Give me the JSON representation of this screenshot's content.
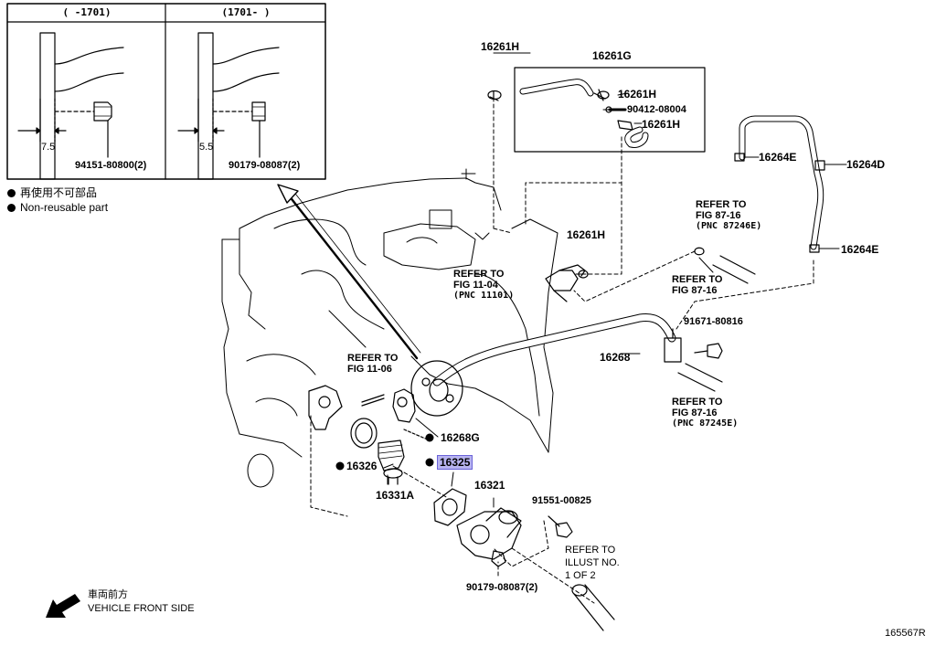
{
  "inset": {
    "left_header": "(    -1701)",
    "right_header": "(1701-    )",
    "left_dim": "7.5",
    "right_dim": "5.5",
    "left_part": "94151-80800(2)",
    "right_part": "90179-08087(2)"
  },
  "legend": {
    "jp": "再使用不可部品",
    "en": "Non-reusable part"
  },
  "parts": {
    "p16261h_top": "16261H",
    "p16261g": "16261G",
    "p16261h_a": "16261H",
    "p90412": "90412-08004",
    "p16261h_b": "16261H",
    "p16264e_top": "16264E",
    "p16264d": "16264D",
    "p16264e_bot": "16264E",
    "p16261h_mid": "16261H",
    "p91671": "91671-80816",
    "p16268": "16268",
    "p16268g": "16268G",
    "p16325": "16325",
    "p16326": "16326",
    "p16331a": "16331A",
    "p16321": "16321",
    "p91551": "91551-00825",
    "p90179": "90179-08087(2)"
  },
  "refs": {
    "r8724_6e": {
      "l1": "REFER TO",
      "l2": "FIG 87-16",
      "l3": "(PNC 87246E)"
    },
    "r8724_b": {
      "l1": "REFER TO",
      "l2": "FIG 87-16"
    },
    "r11_04": {
      "l1": "REFER TO",
      "l2": "FIG 11-04",
      "l3": "(PNC 11101)"
    },
    "r11_06": {
      "l1": "REFER TO",
      "l2": "FIG 11-06"
    },
    "r8724_5e": {
      "l1": "REFER TO",
      "l2": "FIG 87-16",
      "l3": "(PNC 87245E)"
    },
    "r_illust": {
      "l1": "REFER TO",
      "l2": "ILLUST NO.",
      "l3": "1 OF 2"
    }
  },
  "front": {
    "jp": "車両前方",
    "en": "VEHICLE FRONT SIDE"
  },
  "diagram_id": "165567R",
  "colors": {
    "highlight": "#b8b4f0",
    "line": "#000000"
  }
}
